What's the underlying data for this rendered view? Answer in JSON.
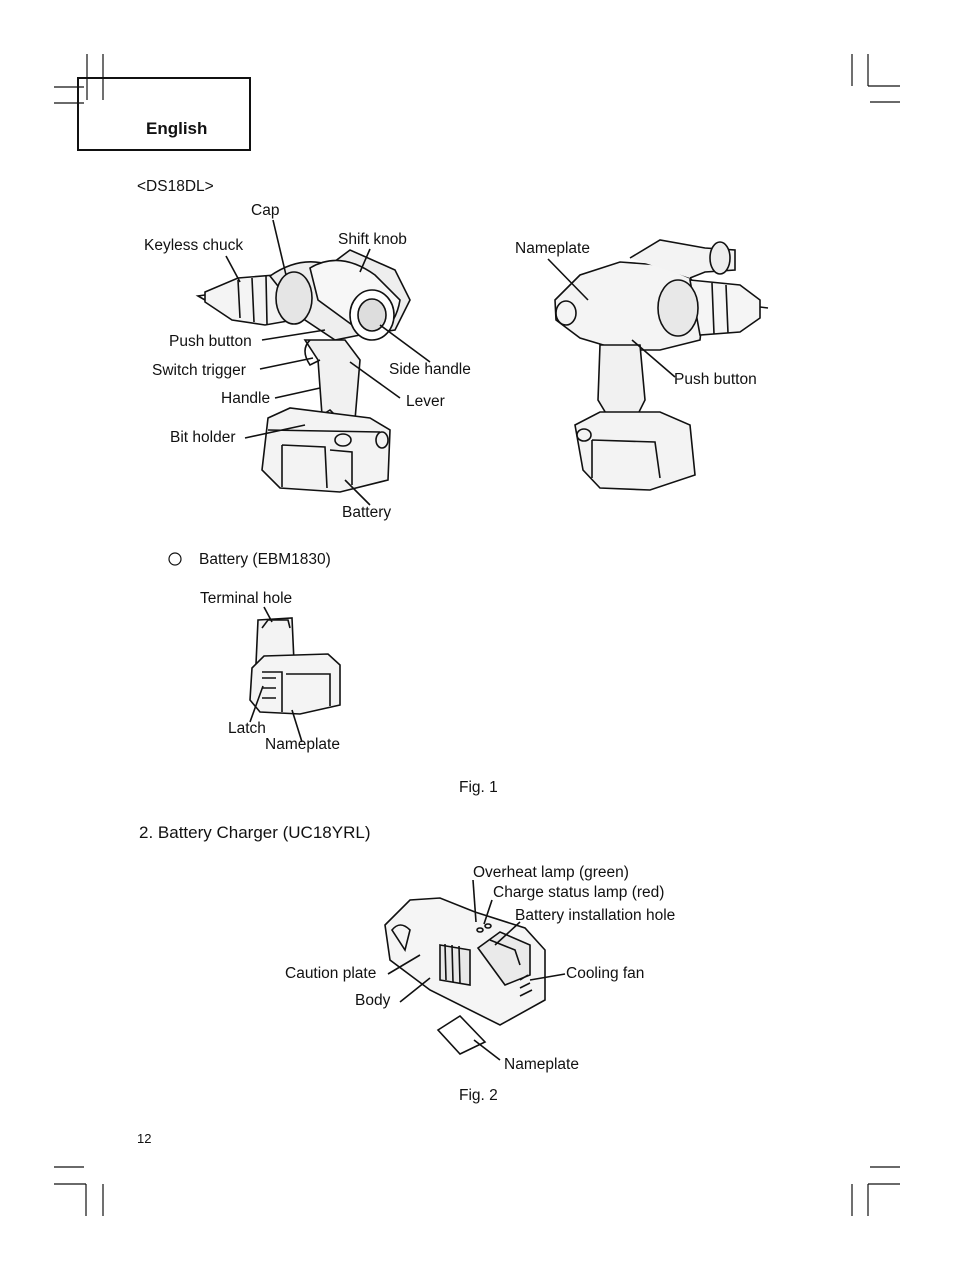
{
  "header": {
    "language": "English"
  },
  "figure1": {
    "model": "<DS18DL>",
    "left_labels": {
      "cap": "Cap",
      "keyless_chuck": "Keyless chuck",
      "shift_knob": "Shift knob",
      "push_button": "Push button",
      "switch_trigger": "Switch trigger",
      "side_handle": "Side handle",
      "handle": "Handle",
      "lever": "Lever",
      "bit_holder": "Bit holder",
      "battery": "Battery"
    },
    "right_labels": {
      "nameplate": "Nameplate",
      "push_button": "Push button"
    },
    "battery_section": {
      "title": "Battery (EBM1830)",
      "terminal_hole": "Terminal hole",
      "latch": "Latch",
      "nameplate": "Nameplate"
    },
    "caption": "Fig. 1"
  },
  "figure2": {
    "section_title": "2.   Battery Charger (UC18YRL)",
    "labels": {
      "overheat_lamp": "Overheat lamp (green)",
      "charge_status_lamp": "Charge status lamp (red)",
      "battery_installation_hole": "Battery installation hole",
      "caution_plate": "Caution plate",
      "cooling_fan": "Cooling fan",
      "body": "Body",
      "nameplate": "Nameplate"
    },
    "caption": "Fig. 2"
  },
  "footer": {
    "page_number": "12"
  }
}
